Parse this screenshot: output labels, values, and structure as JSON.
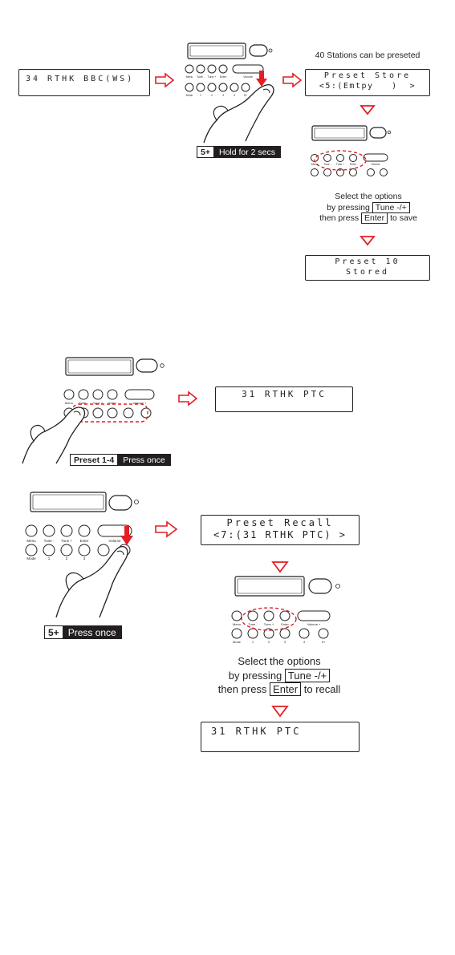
{
  "section1": {
    "start_display": "34 RTHK BBC(WS)",
    "note": "40 Stations can be preseted",
    "preset_store_line1": "Preset Store",
    "preset_store_line2": "<5:(Emtpy   )  >",
    "badge_key": "5+",
    "badge_action": "Hold for 2 secs",
    "instr_line1": "Select the options",
    "instr_line2_prefix": "by pressing",
    "instr_line2_box": "Tune -/+",
    "instr_line3_prefix": "then press",
    "instr_line3_box": "Enter",
    "instr_line3_suffix": "to save",
    "stored_line1": "Preset 10",
    "stored_line2": "Stored"
  },
  "section2": {
    "result_display": "31 RTHK PTC",
    "badge_key": "Preset 1-4",
    "badge_action": "Press once"
  },
  "section3": {
    "recall_line1": "Preset Recall",
    "recall_line2": "<7:(31 RTHK PTC) >",
    "badge_key": "5+",
    "badge_action": "Press once",
    "instr_line1": "Select the options",
    "instr_line2_prefix": "by pressing",
    "instr_line2_box": "Tune -/+",
    "instr_line3_prefix": "then press",
    "instr_line3_box": "Enter",
    "instr_line3_suffix": "to recall",
    "final_display": "31 RTHK PTC"
  },
  "colors": {
    "arrow": "#e31e24",
    "ink": "#231f20"
  }
}
